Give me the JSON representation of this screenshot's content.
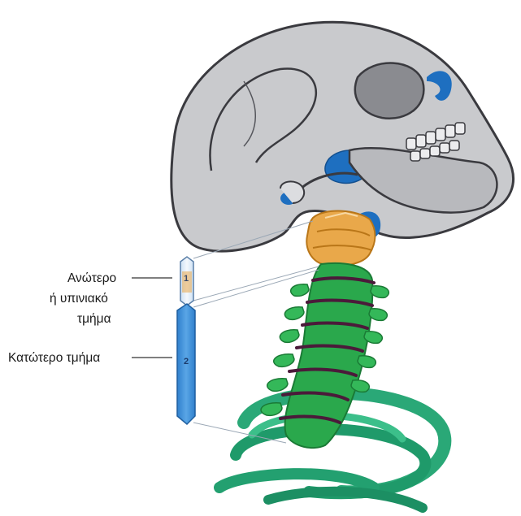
{
  "labels": {
    "upper_line1": "Ανώτερο",
    "upper_line2": "ή υπινιακό",
    "upper_line3": "τμήμα",
    "lower": "Κατώτερο τμήμα"
  },
  "segments": {
    "upper_number": "1",
    "lower_number": "2"
  },
  "colors": {
    "skull": "#c9cacd",
    "skull_outline": "#3a3a3f",
    "accent_blue": "#1e6fc0",
    "upper_segment": "#e9a84a",
    "lower_segment": "#2aa84c",
    "ribcage": "#2aa877",
    "bar_blue": "#3d8fd6"
  }
}
